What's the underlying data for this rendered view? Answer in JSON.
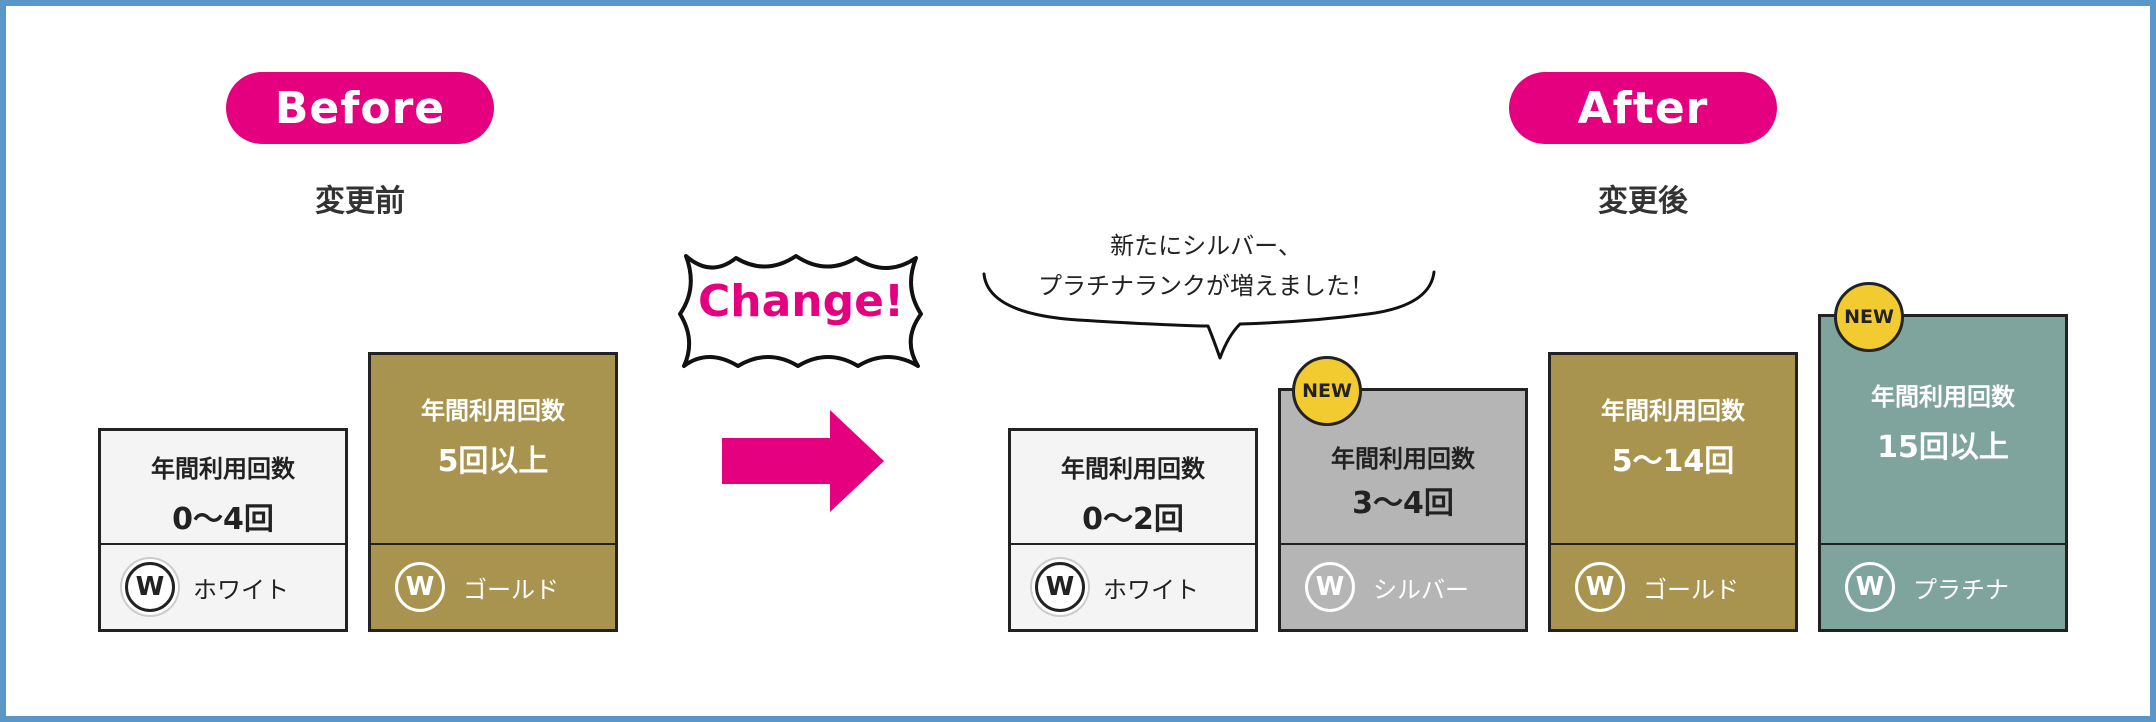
{
  "before": {
    "badge": "Before",
    "title": "変更前",
    "cards": [
      {
        "label": "年間利用回数",
        "count": "0～4回",
        "rank": "ホワイト",
        "logo": "W"
      },
      {
        "label": "年間利用回数",
        "count": "5回以上",
        "rank": "ゴールド",
        "logo": "W"
      }
    ]
  },
  "after": {
    "badge": "After",
    "title": "変更後",
    "cards": [
      {
        "label": "年間利用回数",
        "count": "0～2回",
        "rank": "ホワイト",
        "logo": "W"
      },
      {
        "label": "年間利用回数",
        "count": "3～4回",
        "rank": "シルバー",
        "logo": "W",
        "badge": "NEW"
      },
      {
        "label": "年間利用回数",
        "count": "5～14回",
        "rank": "ゴールド",
        "logo": "W"
      },
      {
        "label": "年間利用回数",
        "count": "15回以上",
        "rank": "プラチナ",
        "logo": "W",
        "badge": "NEW"
      }
    ]
  },
  "change_label": "Change!",
  "bubble": {
    "line1": "新たにシルバー、",
    "line2": "プラチナランクが増えました！"
  },
  "colors": {
    "accent": "#e4007f",
    "frame": "#5a96c8",
    "white_rank": "#f4f4f4",
    "gold_rank": "#a8944f",
    "silver_rank": "#b5b5b5",
    "platinum_rank": "#7fa39d",
    "new_badge": "#f2cb30"
  },
  "icons": [
    "w-logo-icon",
    "arrow-right-icon",
    "speech-bubble-icon",
    "burst-shape-icon"
  ]
}
